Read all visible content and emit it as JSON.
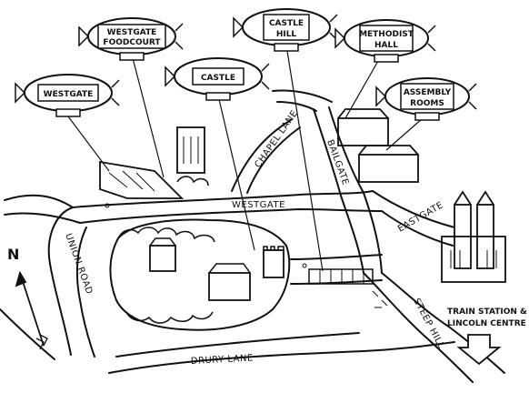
{
  "blimps": [
    {
      "id": "westgate",
      "label_lines": [
        "WESTGATE"
      ]
    },
    {
      "id": "westgate-foodcourt",
      "label_lines": [
        "WESTGATE",
        "FOODCOURT"
      ]
    },
    {
      "id": "castle",
      "label_lines": [
        "CASTLE"
      ]
    },
    {
      "id": "castle-hill",
      "label_lines": [
        "CASTLE",
        "HILL"
      ]
    },
    {
      "id": "methodist-hall",
      "label_lines": [
        "METHODIST",
        "HALL"
      ]
    },
    {
      "id": "assembly-rooms",
      "label_lines": [
        "ASSEMBLY",
        "ROOMS"
      ]
    }
  ],
  "roads": {
    "westgate": "WESTGATE",
    "chapel_lane": "CHAPEL LANE",
    "bailgate": "BAILGATE",
    "eastgate": "EASTGATE",
    "union_road": "UNION ROAD",
    "drury_lane": "DRURY LANE",
    "steep_hill": "STEEP HILL"
  },
  "north_arrow": {
    "label": "N"
  },
  "directions_note": {
    "lines": [
      "TRAIN STATION &",
      "LINCOLN CENTRE"
    ]
  },
  "colors": {
    "ink": "#111111",
    "paper": "#ffffff",
    "label_box": "#ffffff"
  }
}
